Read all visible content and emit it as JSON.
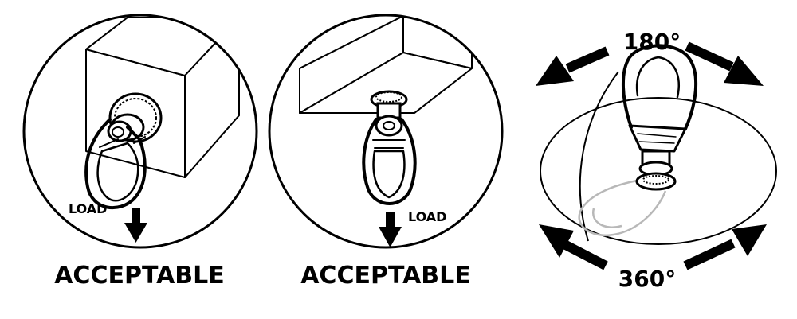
{
  "panels": [
    {
      "id": "wall-mount",
      "load_label": "LOAD",
      "caption": "ACCEPTABLE"
    },
    {
      "id": "ceiling-mount",
      "load_label": "LOAD",
      "caption": "ACCEPTABLE"
    },
    {
      "id": "swivel-range",
      "top_angle": "180°",
      "bottom_angle": "360°"
    }
  ]
}
